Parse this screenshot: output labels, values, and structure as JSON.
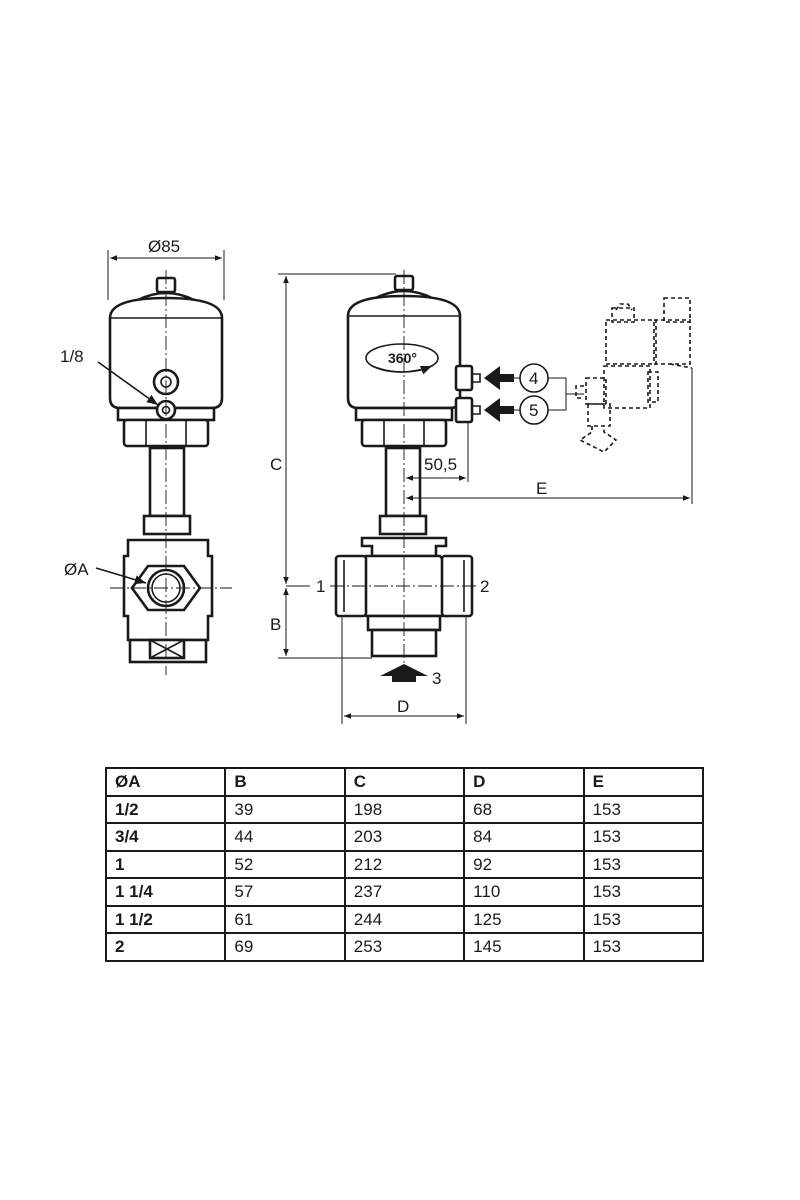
{
  "drawing": {
    "labels": {
      "dia85": "Ø85",
      "port_1_8": "1/8",
      "dia_a": "ØA",
      "rotation": "360°",
      "dim_c": "C",
      "dim_b": "B",
      "dim_d": "D",
      "dim_e": "E",
      "dim_50_5": "50,5",
      "port_1": "1",
      "port_2": "2",
      "port_3": "3",
      "callout_4": "4",
      "callout_5": "5"
    }
  },
  "table": {
    "headers": [
      "ØA",
      "B",
      "C",
      "D",
      "E"
    ],
    "rows": [
      [
        "1/2",
        "39",
        "198",
        "68",
        "153"
      ],
      [
        "3/4",
        "44",
        "203",
        "84",
        "153"
      ],
      [
        "1",
        "52",
        "212",
        "92",
        "153"
      ],
      [
        "1 1/4",
        "57",
        "237",
        "110",
        "153"
      ],
      [
        "1 1/2",
        "61",
        "244",
        "125",
        "153"
      ],
      [
        "2",
        "69",
        "253",
        "145",
        "153"
      ]
    ]
  }
}
